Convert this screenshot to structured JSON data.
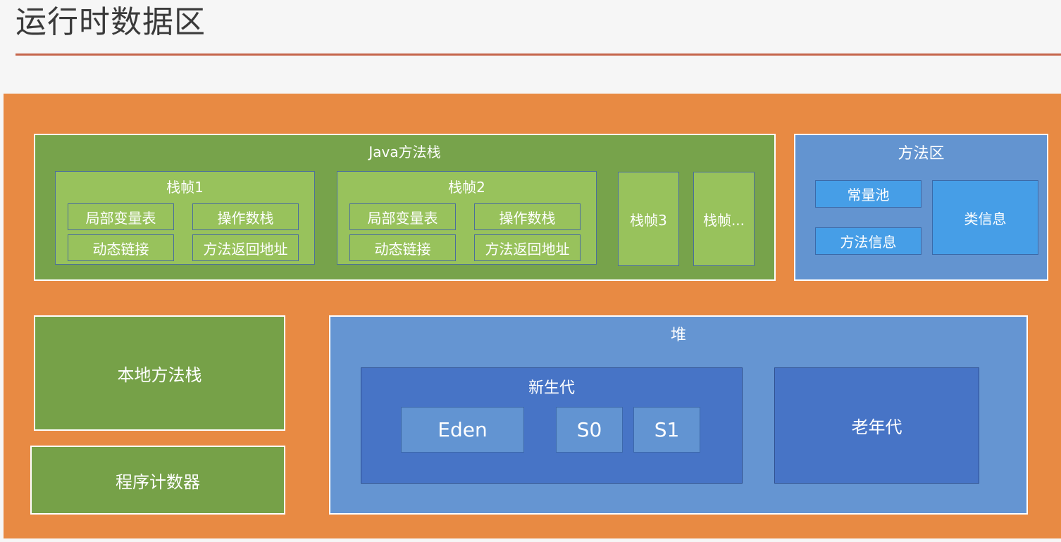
{
  "page": {
    "title": "运行时数据区"
  },
  "java_stack": {
    "title": "Java方法栈",
    "frames": [
      {
        "title": "栈帧1",
        "cells": [
          "局部变量表",
          "操作数栈",
          "动态链接",
          "方法返回地址"
        ]
      },
      {
        "title": "栈帧2",
        "cells": [
          "局部变量表",
          "操作数栈",
          "动态链接",
          "方法返回地址"
        ]
      }
    ],
    "frame3": "栈帧3",
    "frame_more": "栈帧..."
  },
  "method_area": {
    "title": "方法区",
    "constant_pool": "常量池",
    "method_info": "方法信息",
    "class_info": "类信息"
  },
  "native_stack": "本地方法栈",
  "program_counter": "程序计数器",
  "heap": {
    "title": "堆",
    "young": {
      "title": "新生代",
      "eden": "Eden",
      "s0": "S0",
      "s1": "S1"
    },
    "old": "老年代"
  },
  "colors": {
    "background": "#e88a43",
    "stack_green": "#77a34b",
    "frame_green": "#98c25c",
    "heap_blue": "#6595d2",
    "generation_blue": "#4774c6",
    "title_rule": "#c5644a"
  }
}
